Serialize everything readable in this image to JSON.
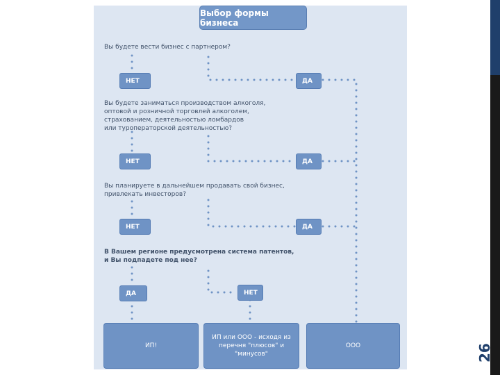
{
  "title": "Выбор формы бизнеса",
  "questions": {
    "q1": "Вы будете вести бизнес с партнером?",
    "q2": "Вы будете заниматься производством алкоголя,\nоптовой и розничной торговлей алкоголем,\nстрахованием, деятельностью ломбардов\nили туроператорской деятельностью?",
    "q3": "Вы планируете в дальнейшем продавать свой бизнес,\nпривлекать инвесторов?",
    "q4": "В Вашем регионе предусмотрена система патентов,\nи Вы подпадете под нее?"
  },
  "answers": {
    "no": "НЕТ",
    "yes": "ДА"
  },
  "outcomes": {
    "ip": "ИП!",
    "either": "ИП или ООО - исходя из\nперечня \"плюсов\" и\n\"минусов\"",
    "ooo": "ООО"
  },
  "page_number": "26",
  "colors": {
    "panel": "#dde6f2",
    "box": "#6f93c5",
    "connector": "#6f93c5",
    "accent": "#1f3f6b"
  }
}
